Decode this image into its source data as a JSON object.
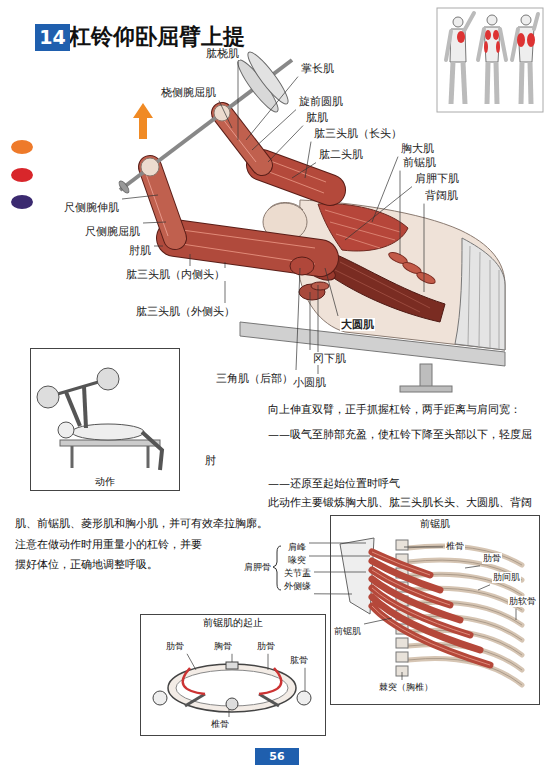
{
  "diagram": {
    "title": "杠铃仰卧屈臂上提",
    "nodes": [
      {
        "text": [
          "14"
        ]
      },
      {
        "text": [
          "动作"
        ]
      },
      {
        "text": [
          "前锯肌"
        ]
      },
      {
        "text": [
          "前锯肌的起止"
        ]
      },
      {
        "text": [
          "56"
        ]
      }
    ],
    "labels": [
      "肱桡肌",
      "桡侧腕屈肌",
      "掌长肌",
      "旋前圆肌",
      "肱肌",
      "肱三头肌（长头）",
      "肱二头肌",
      "胸大肌",
      "前锯肌",
      "肩胛下肌",
      "背阔肌",
      "尺侧腕伸肌",
      "尺侧腕屈肌",
      "肘肌",
      "肱三头肌（内侧头）",
      "肱三头肌（外侧头）",
      "大圆肌",
      "冈下肌",
      "三角肌（后部）",
      "小圆肌",
      "向上伸直双臂，正手抓握杠铃，两手距离与肩同宽：",
      "——吸气至肺部充盈，使杠铃下降至头部以下，轻度屈肘",
      "——还原至起始位置时呼气",
      "此动作主要锻炼胸大肌、肱三头肌长头、大圆肌、背阔肌、前锯肌、菱形肌和胸小肌，并可有效牵拉胸廓。",
      "注意在做动作时用重量小的杠铃，并要摆好体位，正确地调整呼吸。",
      "肩胛骨",
      "肩峰",
      "喙突",
      "关节盂",
      "外侧缘",
      "椎骨",
      "肋骨",
      "肋间肌",
      "肋软骨",
      "前锯肌",
      "棘突（胸椎）",
      "肋骨",
      "胸骨",
      "肋骨",
      "肱骨",
      "椎骨"
    ]
  }
}
